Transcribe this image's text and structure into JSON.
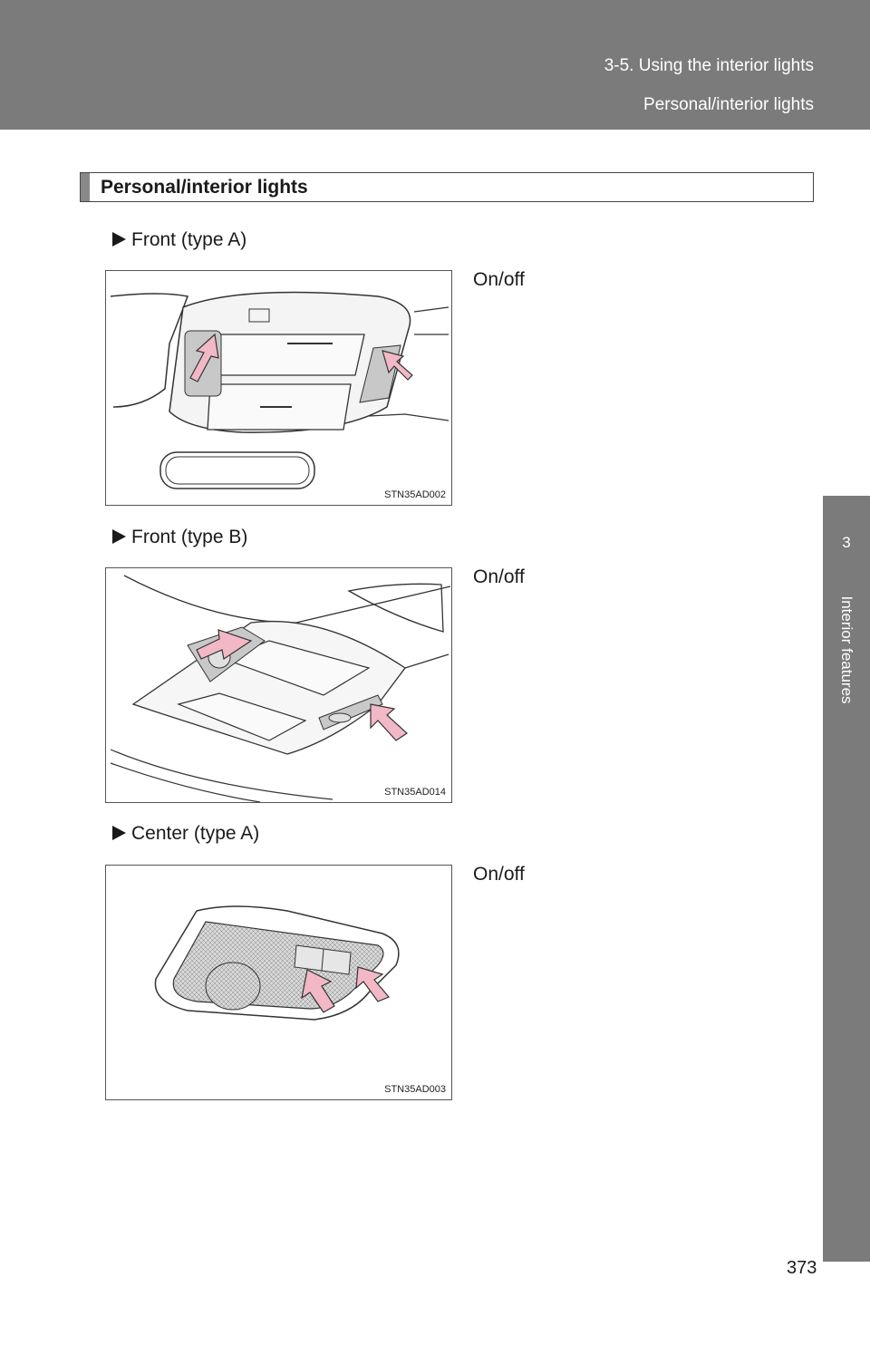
{
  "header": {
    "section": "3-5. Using the interior lights",
    "subtitle": "Personal/interior lights"
  },
  "side_tab": {
    "number": "3",
    "label": "Interior features"
  },
  "section_title": "Personal/interior lights",
  "items": [
    {
      "label": "Front (type A)",
      "caption": "On/off",
      "figure_code": "STN35AD002"
    },
    {
      "label": "Front (type B)",
      "caption": "On/off",
      "figure_code": "STN35AD014"
    },
    {
      "label": "Center (type A)",
      "caption": "On/off",
      "figure_code": "STN35AD003"
    }
  ],
  "page_number": "373",
  "colors": {
    "header_band": "#7b7b7b",
    "arrow_fill": "#f2b8c6",
    "grille": "#c8c8c8"
  }
}
